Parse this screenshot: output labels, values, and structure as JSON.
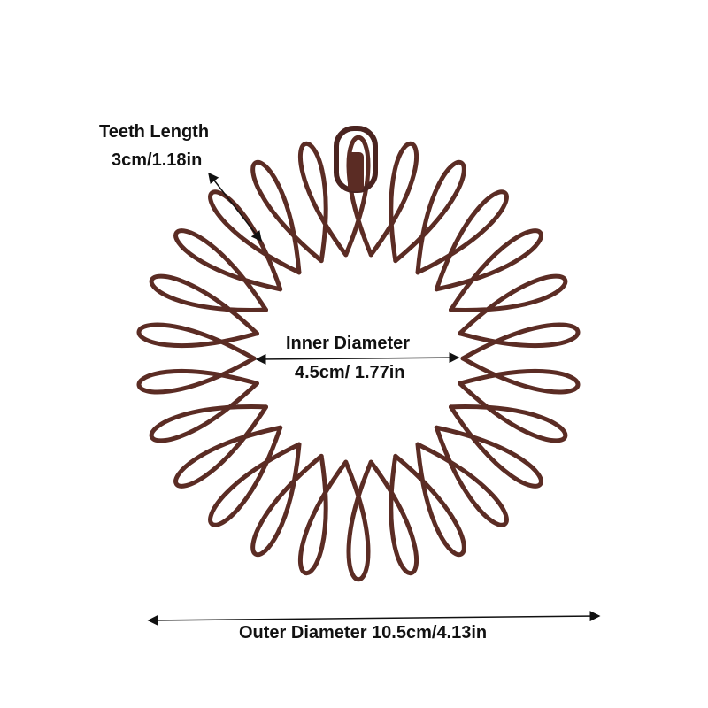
{
  "labels": {
    "teeth_length_title": "Teeth Length",
    "teeth_length_value": "3cm/1.18in",
    "inner_diameter_title": "Inner Diameter",
    "inner_diameter_value": "4.5cm/ 1.77in",
    "outer_diameter": "Outer Diameter 10.5cm/4.13in"
  },
  "product": {
    "loop_count": 26,
    "color": "#5b2c24"
  }
}
